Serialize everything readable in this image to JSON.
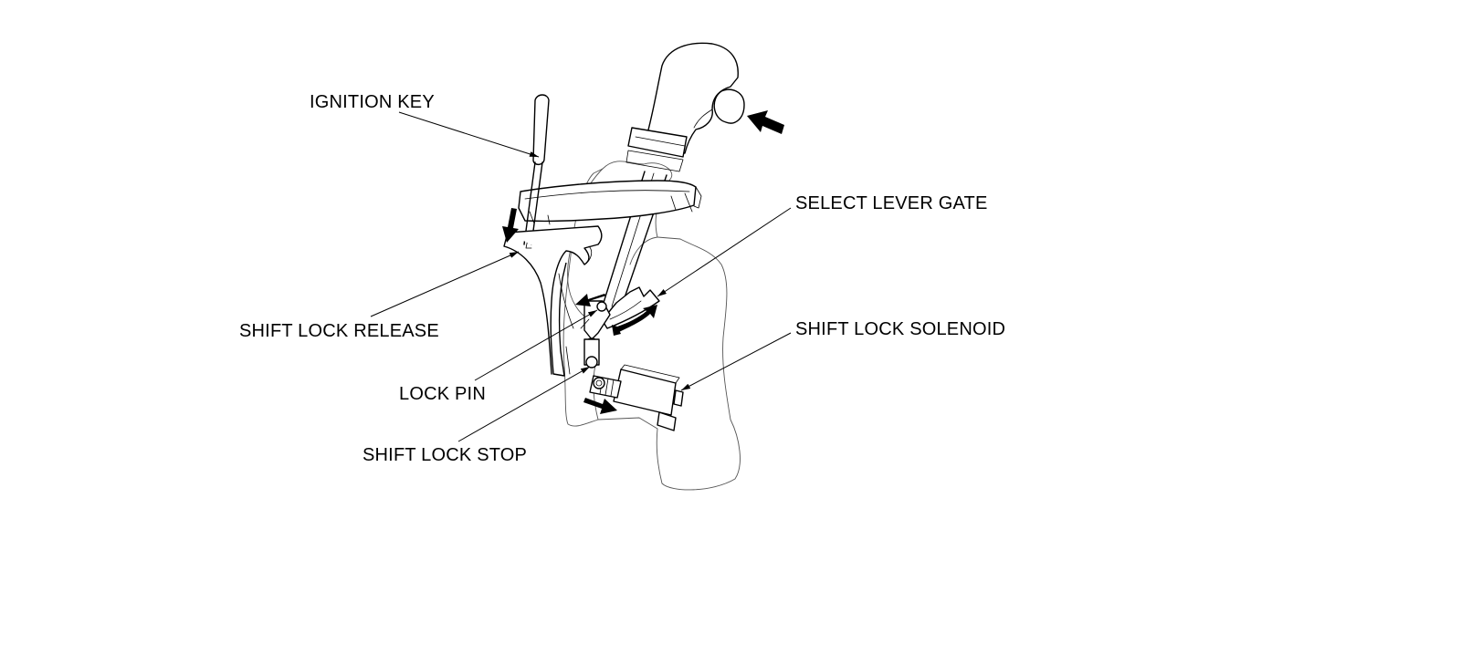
{
  "labels": {
    "ignition_key": "IGNITION KEY",
    "select_lever_gate": "SELECT LEVER GATE",
    "shift_lock_release": "SHIFT LOCK RELEASE",
    "shift_lock_solenoid": "SHIFT LOCK SOLENOID",
    "lock_pin": "LOCK PIN",
    "shift_lock_stop": "SHIFT LOCK STOP"
  }
}
